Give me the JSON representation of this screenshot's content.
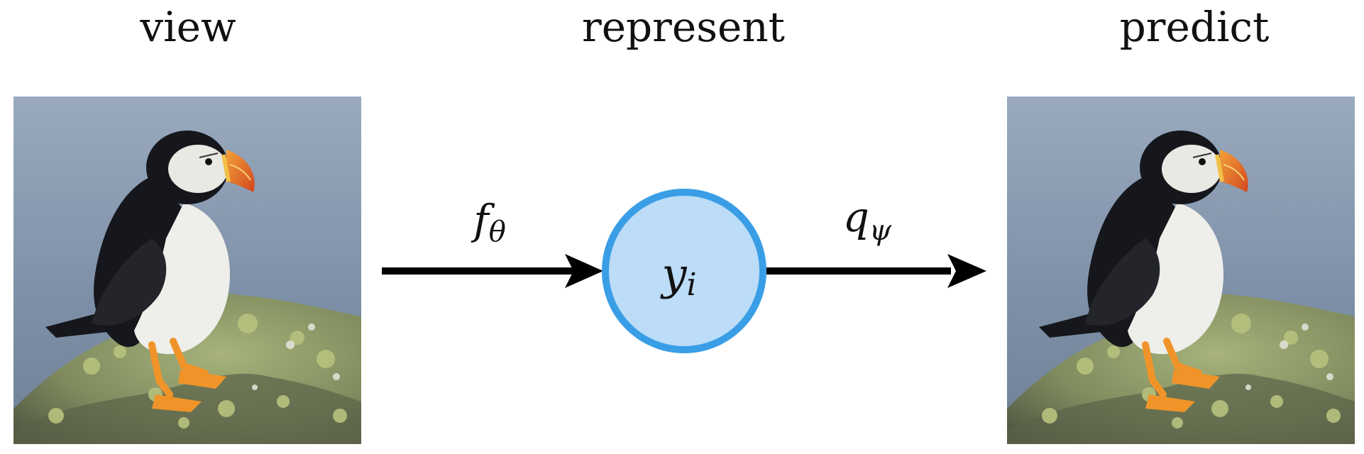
{
  "stages": {
    "view": "view",
    "represent": "represent",
    "predict": "predict"
  },
  "encoder": {
    "symbol": "f",
    "subscript": "θ"
  },
  "latent": {
    "symbol": "y",
    "subscript": "i"
  },
  "predictor": {
    "symbol": "q",
    "subscript": "ψ"
  },
  "colors": {
    "node_fill": "#bcdcf7",
    "node_stroke": "#3a9ee6",
    "arrow": "#000000",
    "sky": "#8a9bb0",
    "rock": "#6f7a5a",
    "moss": "#9aab6a",
    "body_black": "#15171c",
    "body_white": "#eeeeea",
    "beak_orange": "#e8642c",
    "feet_orange": "#f0942a"
  },
  "images": {
    "input_icon": "puffin-photo",
    "output_icon": "puffin-photo"
  }
}
